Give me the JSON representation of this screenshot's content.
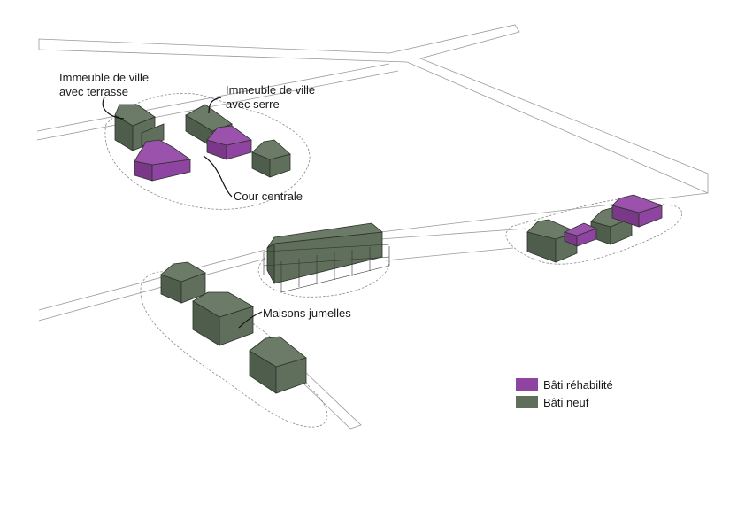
{
  "colors": {
    "new_building": "#5f6f5c",
    "new_building_dark": "#4f5e4c",
    "new_building_roof": "#6b7b67",
    "rehab_building": "#8e44a0",
    "rehab_building_dark": "#7a3889",
    "rehab_building_roof": "#9b52ad"
  },
  "annotations": {
    "immeuble_terrasse": [
      "Immeuble de ville",
      "avec terrasse"
    ],
    "immeuble_serre": [
      "Immeuble de ville",
      "avec serre"
    ],
    "cour_centrale": "Cour centrale",
    "maisons_jumelles": "Maisons jumelles"
  },
  "legend": {
    "rehab": "Bâti réhabilité",
    "new": "Bâti neuf"
  }
}
